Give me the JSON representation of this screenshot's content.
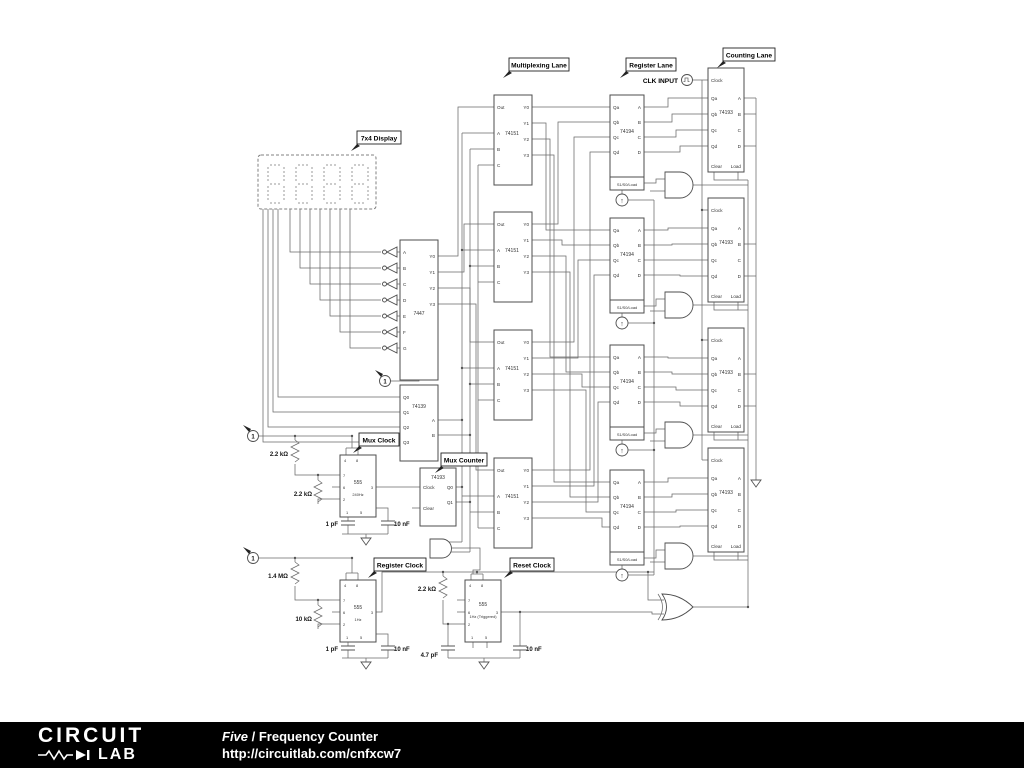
{
  "footer": {
    "logo_top": "CIRCUIT",
    "logo_bottom": "LAB",
    "title_name": "Five",
    "title_rest": " / Frequency Counter",
    "url": "http://circuitlab.com/cnfxcw7"
  },
  "flags": {
    "display": "7x4 Display",
    "mux_lane": "Multiplexing Lane",
    "register_lane": "Register Lane",
    "counting_lane": "Counting Lane",
    "mux_clock": "Mux Clock",
    "mux_counter": "Mux Counter",
    "register_clock": "Register Clock",
    "reset_clock": "Reset Clock",
    "clk_input": "CLK INPUT"
  },
  "ics": {
    "decoder": "7447",
    "demux": "74139",
    "mux": "74151",
    "register": "74194",
    "counter": "74193",
    "timer": "555",
    "f_mux": "240Hz",
    "f_reg": "1Hz",
    "f_reset": "1Hz (Triggered)"
  },
  "pins": {
    "out": "Out",
    "a": "A",
    "b": "B",
    "c": "C",
    "d": "D",
    "e": "E",
    "f": "F",
    "g": "G",
    "y0": "Y0",
    "y1": "Y1",
    "y2": "Y2",
    "y3": "Y3",
    "qa": "Qa",
    "qb": "Qb",
    "qc": "Qc",
    "qd": "Qd",
    "q0": "Q0",
    "q1": "Q1",
    "q2": "Q2",
    "q3": "Q3",
    "clock": "Clock",
    "clear": "Clear",
    "load": "Load",
    "mode": "S1/S0/Load",
    "n1": "1",
    "n2": "2",
    "n3": "3",
    "n4": "4",
    "n5": "5",
    "n6": "6",
    "n7": "7",
    "n8": "8"
  },
  "values": {
    "r1": "2.2 kΩ",
    "r2": "2.2 kΩ",
    "r3": "1.4 MΩ",
    "r4": "10 kΩ",
    "r5": "2.2 kΩ",
    "c1": "1 pF",
    "c2": "10 nF",
    "c3": "1 pF",
    "c4": "10 nF",
    "c5": "4.7 pF",
    "c6": "10 nF"
  },
  "net": {
    "flag": "1"
  },
  "icons": {
    "clock_edge": "↑"
  }
}
